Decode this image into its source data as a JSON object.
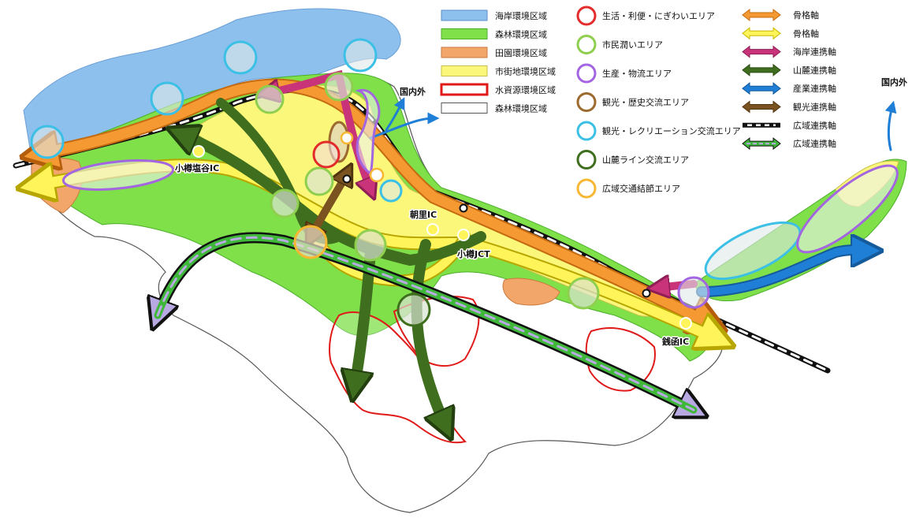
{
  "legend": {
    "zones": [
      {
        "label": "海岸環境区域",
        "fill": "#8ec0ee",
        "stroke": "#5b8ec9"
      },
      {
        "label": "森林環境区域",
        "fill": "#7fe04a",
        "stroke": "#4caf2a"
      },
      {
        "label": "田園環境区域",
        "fill": "#f2a66a",
        "stroke": "#c97a3f"
      },
      {
        "label": "市街地環境区域",
        "fill": "#fbf77a",
        "stroke": "#c8c24a"
      },
      {
        "label": "水資源環境区域",
        "fill": "#ffffff",
        "stroke": "#e01919"
      },
      {
        "label": "森林環境区域",
        "fill": "#ffffff",
        "stroke": "#555555"
      }
    ],
    "areas": [
      {
        "label": "生活・利便・にぎわいエリア",
        "color": "#e32b2b"
      },
      {
        "label": "市民潤いエリア",
        "color": "#8fcf4f"
      },
      {
        "label": "生産・物流エリア",
        "color": "#a366e0"
      },
      {
        "label": "観光・歴史交流エリア",
        "color": "#9c6a2e"
      },
      {
        "label": "観光・レクリエーション交流エリア",
        "color": "#3cc0e6"
      },
      {
        "label": "山麓ライン交流エリア",
        "color": "#3f6e1e"
      },
      {
        "label": "広域交通結節エリア",
        "color": "#f7b733"
      }
    ],
    "axes": [
      {
        "label": "骨格軸",
        "kind": "double",
        "fill": "#f59a33",
        "stroke": "#c46a10"
      },
      {
        "label": "骨格軸",
        "kind": "double",
        "fill": "#fff45a",
        "stroke": "#c8b800"
      },
      {
        "label": "海岸連携軸",
        "kind": "double",
        "fill": "#c9337a",
        "stroke": "#8e1e55"
      },
      {
        "label": "山麓連携軸",
        "kind": "double",
        "fill": "#3f6e1e",
        "stroke": "#2a4a12"
      },
      {
        "label": "産業連携軸",
        "kind": "double",
        "fill": "#1f7fd6",
        "stroke": "#155a9a"
      },
      {
        "label": "観光連携軸",
        "kind": "double",
        "fill": "#7a5320",
        "stroke": "#503410"
      },
      {
        "label": "広域連携軸",
        "kind": "rail"
      },
      {
        "label": "広域連携軸",
        "kind": "dashed"
      }
    ]
  },
  "map_labels": {
    "ic_shioya": "小樽塩谷IC",
    "ic_asari": "朝里IC",
    "jct_otaru": "小樽JCT",
    "ic_zenibako": "銭函IC",
    "overseas_1": "国内外",
    "overseas_2": "国内外"
  },
  "colors": {
    "sea": "#8ec0ee",
    "forest": "#7fe04a",
    "rural": "#f2a66a",
    "urban": "#fbf77a",
    "water": "#e01919",
    "boundary": "#555555"
  }
}
